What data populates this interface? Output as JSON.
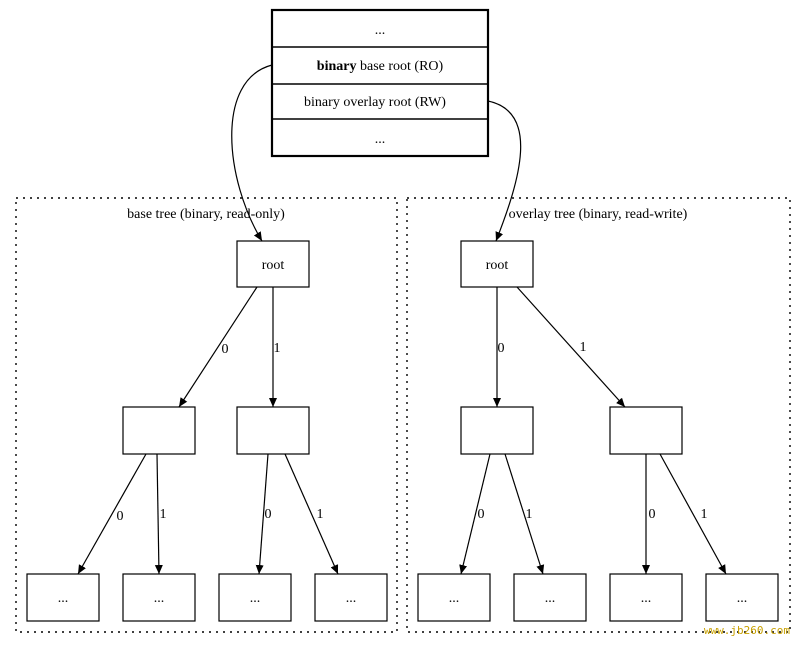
{
  "struct": {
    "rows": [
      "...",
      "base root (RO)",
      "binary overlay root (RW)",
      "..."
    ],
    "bold_prefix": "binary"
  },
  "clusters": {
    "base": {
      "label": "base tree (binary, read-only)"
    },
    "overlay": {
      "label": "overlay tree (binary, read-write)"
    }
  },
  "nodes": {
    "root_label": "root",
    "leaf_label": "..."
  },
  "edge_labels": {
    "zero": "0",
    "one": "1"
  },
  "watermark": "www.jb260.com"
}
